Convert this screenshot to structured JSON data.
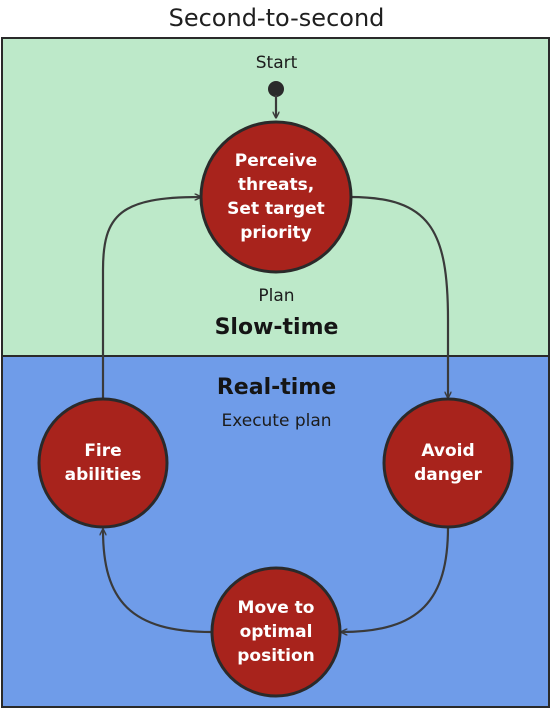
{
  "title": "Second-to-second",
  "panels": {
    "slow": {
      "caption": "Plan",
      "heading": "Slow-time"
    },
    "real": {
      "heading": "Real-time",
      "caption": "Execute plan"
    }
  },
  "start_label": "Start",
  "nodes": {
    "perceive": "Perceive\nthreats,\nSet target\npriority",
    "avoid": "Avoid\ndanger",
    "move": "Move to\noptimal\nposition",
    "fire": "Fire\nabilities"
  },
  "colors": {
    "slow_panel": "#bde9c9",
    "real_panel": "#6f9ce9",
    "node_fill": "#a8231c",
    "outline": "#2a2a2a",
    "arrow": "#3a3a3a"
  }
}
